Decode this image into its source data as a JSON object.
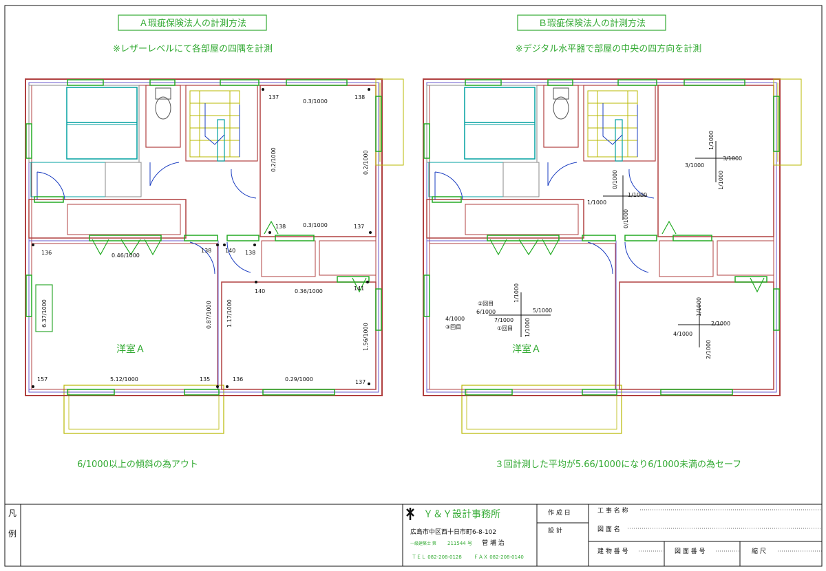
{
  "left": {
    "heading": "Ａ瑕疵保険法人の計測方法",
    "subheading": "※レザーレベルにて各部屋の四隅を計測",
    "room_label": "洋室Ａ",
    "conclusion": "6/1000以上の傾斜の為アウト",
    "corner_points": [
      "137",
      "138",
      "137",
      "138",
      "136",
      "138",
      "140",
      "138",
      "140",
      "141",
      "157",
      "135",
      "136",
      "137"
    ],
    "slopes": [
      "0.3/1000",
      "0.2/1000",
      "0.2/1000",
      "0.3/1000",
      "0.46/1000",
      "6.37/1000",
      "0.87/1000",
      "1.17/1000",
      "0.36/1000",
      "1.56/1000",
      "5.12/1000",
      "0.29/1000"
    ]
  },
  "right": {
    "heading": "Ｂ瑕疵保険法人の計測方法",
    "subheading": "※デジタル水平器で部屋の中央の四方向を計測",
    "room_label": "洋室Ａ",
    "conclusion": "３回計測した平均が5.66/1000になり6/1000未満の為セーフ",
    "room1": [
      "1/1000",
      "3/1000",
      "3/1000",
      "1/1000"
    ],
    "room2": [
      "0/1000",
      "1/1000",
      "1/1000",
      "0/1000"
    ],
    "room3": [
      "1/1000",
      "5/1000",
      "1/1000",
      "7/1000"
    ],
    "room3_trials": [
      "②回目",
      "6/1000",
      "4/1000",
      "③回目",
      "①回目"
    ],
    "room4": [
      "1/1000",
      "2/1000",
      "4/1000",
      "2/1000"
    ]
  },
  "title_block": {
    "legend": [
      "凡",
      "例"
    ],
    "company": "Ｙ＆Ｙ設計事務所",
    "address": "広島市中区西十日市町6-8-102",
    "license_label": "一級建築士 第",
    "license_no": "211544 号",
    "architect": "菅 埔 治",
    "tel": "ＴＥＬ 082-208-0128",
    "fax": "ＦＡＸ 082-208-0140",
    "made_date": "作 成 日",
    "design": "設 計",
    "project_name": "工 事 名 称",
    "drawing_name": "図 面 名",
    "building_no": "建 物 番 号",
    "drawing_no": "図 面 番 号",
    "scale": "縮 尺"
  },
  "colors": {
    "wall_outer": "#b04040",
    "wall_inner": "#6a5acd",
    "balcony": "#b8b800",
    "fixture": "#00a0a0",
    "door": "#1a3cc0",
    "annotation": "#33aa33",
    "sash": "#22aa22"
  }
}
